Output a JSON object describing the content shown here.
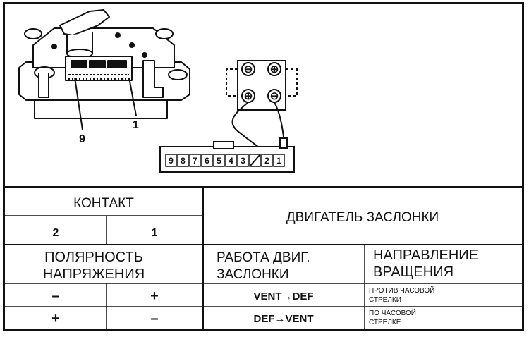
{
  "diagram": {
    "callout_9": "9",
    "callout_1": "1",
    "connector_pins": [
      "9",
      "8",
      "7",
      "6",
      "5",
      "4",
      "3",
      "",
      "2",
      "1"
    ],
    "motor_terminals": {
      "top_left": "⊖",
      "top_right": "⊕",
      "bottom_left": "⊕",
      "bottom_right": "⊖"
    }
  },
  "table": {
    "contact_header": "КОНТАКТ",
    "motor_header": "ДВИГАТЕЛЬ ЗАСЛОНКИ",
    "pin_2": "2",
    "pin_1": "1",
    "polarity_line1": "ПОЛЯРНОСТЬ",
    "polarity_line2": "НАПРЯЖЕНИЯ",
    "operation_line1": "РАБОТА ДВИГ.",
    "operation_line2": "ЗАСЛОНКИ",
    "direction_line1": "НАПРАВЛЕНИЕ",
    "direction_line2": "ВРАЩЕНИЯ",
    "rows": [
      {
        "pin2": "–",
        "pin1": "+",
        "operation": "VENT→DEF",
        "direction_line1": "ПРОТИВ ЧАСОВОЙ",
        "direction_line2": "СТРЕЛКИ"
      },
      {
        "pin2": "+",
        "pin1": "–",
        "operation": "DEF→VENT",
        "direction_line1": "ПО ЧАСОВОЙ",
        "direction_line2": "СТРЕЛКЕ"
      }
    ]
  }
}
